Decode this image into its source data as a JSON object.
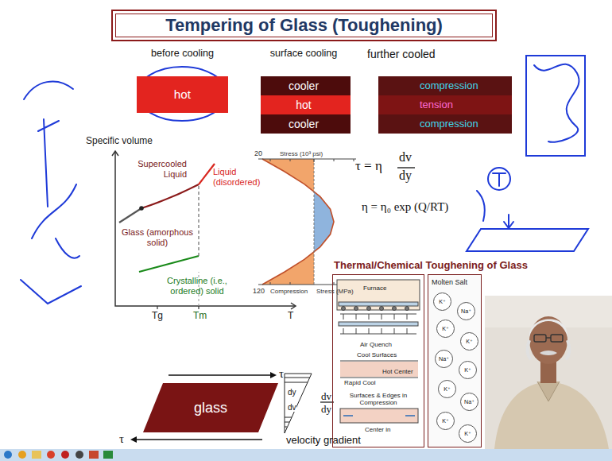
{
  "diagram": {
    "title": "Tempering of Glass (Toughening)",
    "nodes": [
      {
        "text": [
          "before cooling",
          "hot"
        ]
      },
      {
        "text": [
          "surface cooling"
        ]
      },
      {
        "text": [
          "cooler"
        ],
        "in": 1
      },
      {
        "text": [
          "hot"
        ],
        "in": 1
      },
      {
        "text": [
          "cooler"
        ],
        "in": 1
      },
      {
        "text": [
          "further cooled"
        ]
      },
      {
        "text": [
          "compression"
        ],
        "in": 5
      },
      {
        "text": [
          "tension"
        ],
        "in": 5
      },
      {
        "text": [
          "compression"
        ],
        "in": 5
      },
      {
        "text": [
          "glass"
        ]
      },
      {
        "text": [
          "Furnace",
          "Air Quench",
          "Cool Surfaces",
          "Hot Center",
          "Rapid Cool",
          "Surfaces & Edges in Compression",
          "Center in"
        ]
      },
      {
        "text": [
          "Molten Salt"
        ]
      },
      {
        "text": [
          "K⁺"
        ],
        "in": 11
      },
      {
        "text": [
          "Na⁺"
        ],
        "in": 11
      },
      {
        "text": [
          "K⁺"
        ],
        "in": 11
      },
      {
        "text": [
          "K⁺"
        ],
        "in": 11
      },
      {
        "text": [
          "Na⁺"
        ],
        "in": 11
      },
      {
        "text": [
          "K⁺"
        ],
        "in": 11
      },
      {
        "text": [
          "K⁺"
        ],
        "in": 11
      },
      {
        "text": [
          "Na⁺"
        ],
        "in": 11
      },
      {
        "text": [
          "K⁺"
        ],
        "in": 11
      },
      {
        "text": [
          "K⁺"
        ],
        "in": 11
      }
    ],
    "labels": [
      "Specific volume",
      "Supercooled Liquid",
      "Liquid (disordered)",
      "Glass (amorphous solid)",
      "Crystalline (i.e., ordered) solid",
      "Tg",
      "Tm",
      "T",
      "20",
      "Stress (10³ psi)",
      "120",
      "Compression",
      "Stress (MPa)",
      "τ = η",
      "dv",
      "dy",
      "η = η₀ exp (Q/RT)",
      "Thermal/Chemical Toughening of Glass",
      "τ",
      "τ",
      "dy",
      "dv",
      "dv",
      "dy",
      "velocity gradient"
    ]
  }
}
